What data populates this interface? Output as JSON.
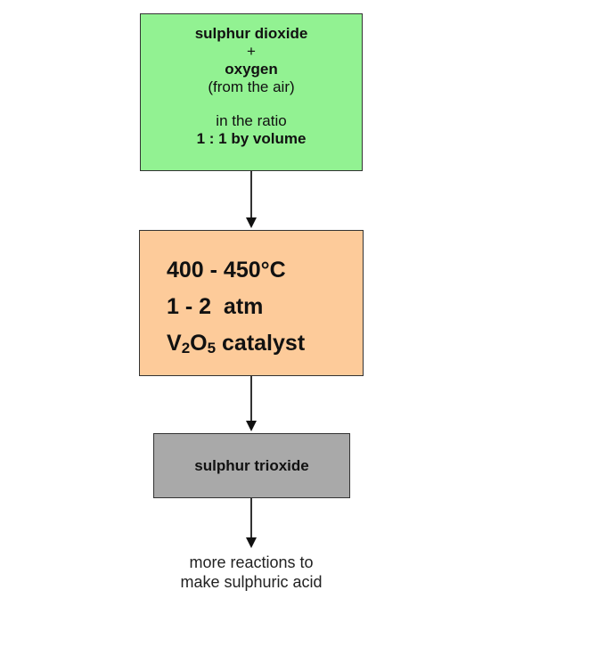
{
  "step1": {
    "line1": "sulphur dioxide",
    "line2": "+",
    "line3": "oxygen",
    "line4": "(from the air)",
    "line5": "in the ratio",
    "line6": "1 : 1 by volume"
  },
  "step2": {
    "temperature": "400 - 450°C",
    "pressure": "1 - 2  atm",
    "catalyst_v": "V",
    "catalyst_v_sub": "2",
    "catalyst_o": "O",
    "catalyst_o_sub": "5",
    "catalyst_label": " catalyst"
  },
  "step3": {
    "label": "sulphur trioxide"
  },
  "result": {
    "line1": "more reactions to",
    "line2": "make sulphuric acid"
  },
  "colors": {
    "step1": "#92f292",
    "step2": "#fdcb9a",
    "step3": "#a9a9a9"
  }
}
